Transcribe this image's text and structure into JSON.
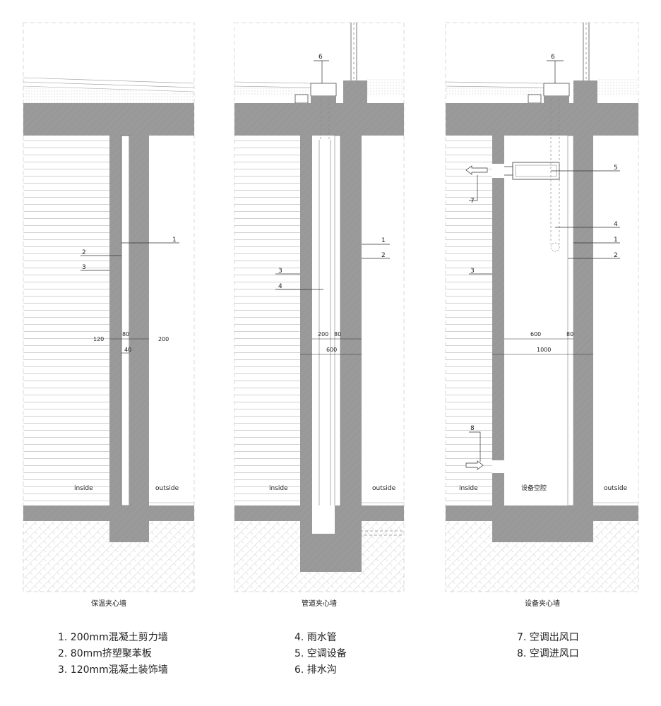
{
  "panels": [
    {
      "title": "保温夹心墙",
      "inside_label": "inside",
      "outside_label": "outside",
      "callouts": [
        "1",
        "2",
        "3"
      ],
      "dimensions": [
        "120",
        "80",
        "200",
        "40"
      ]
    },
    {
      "title": "管道夹心墙",
      "inside_label": "inside",
      "outside_label": "outside",
      "callouts": [
        "6",
        "1",
        "2",
        "3",
        "4"
      ],
      "dimensions": [
        "200",
        "80",
        "600"
      ]
    },
    {
      "title": "设备夹心墙",
      "inside_label": "inside",
      "outside_label": "outside",
      "cavity_label": "设备空腔",
      "callouts": [
        "6",
        "5",
        "7",
        "4",
        "1",
        "2",
        "3",
        "8"
      ],
      "dimensions": [
        "600",
        "80",
        "1000"
      ]
    }
  ],
  "legend": {
    "col1": [
      "1.  200mm混凝土剪力墙",
      "2.  80mm挤塑聚苯板",
      "3.  120mm混凝土装饰墙"
    ],
    "col2": [
      "4.  雨水管",
      "5.  空调设备",
      "6.  排水沟"
    ],
    "col3": [
      "7.  空调出风口",
      "8.  空调进风口"
    ]
  },
  "colors": {
    "concrete": "#9a9a9a",
    "insulation": "#ffffff",
    "line": "#333333",
    "hatch": "#c8c8c8"
  }
}
